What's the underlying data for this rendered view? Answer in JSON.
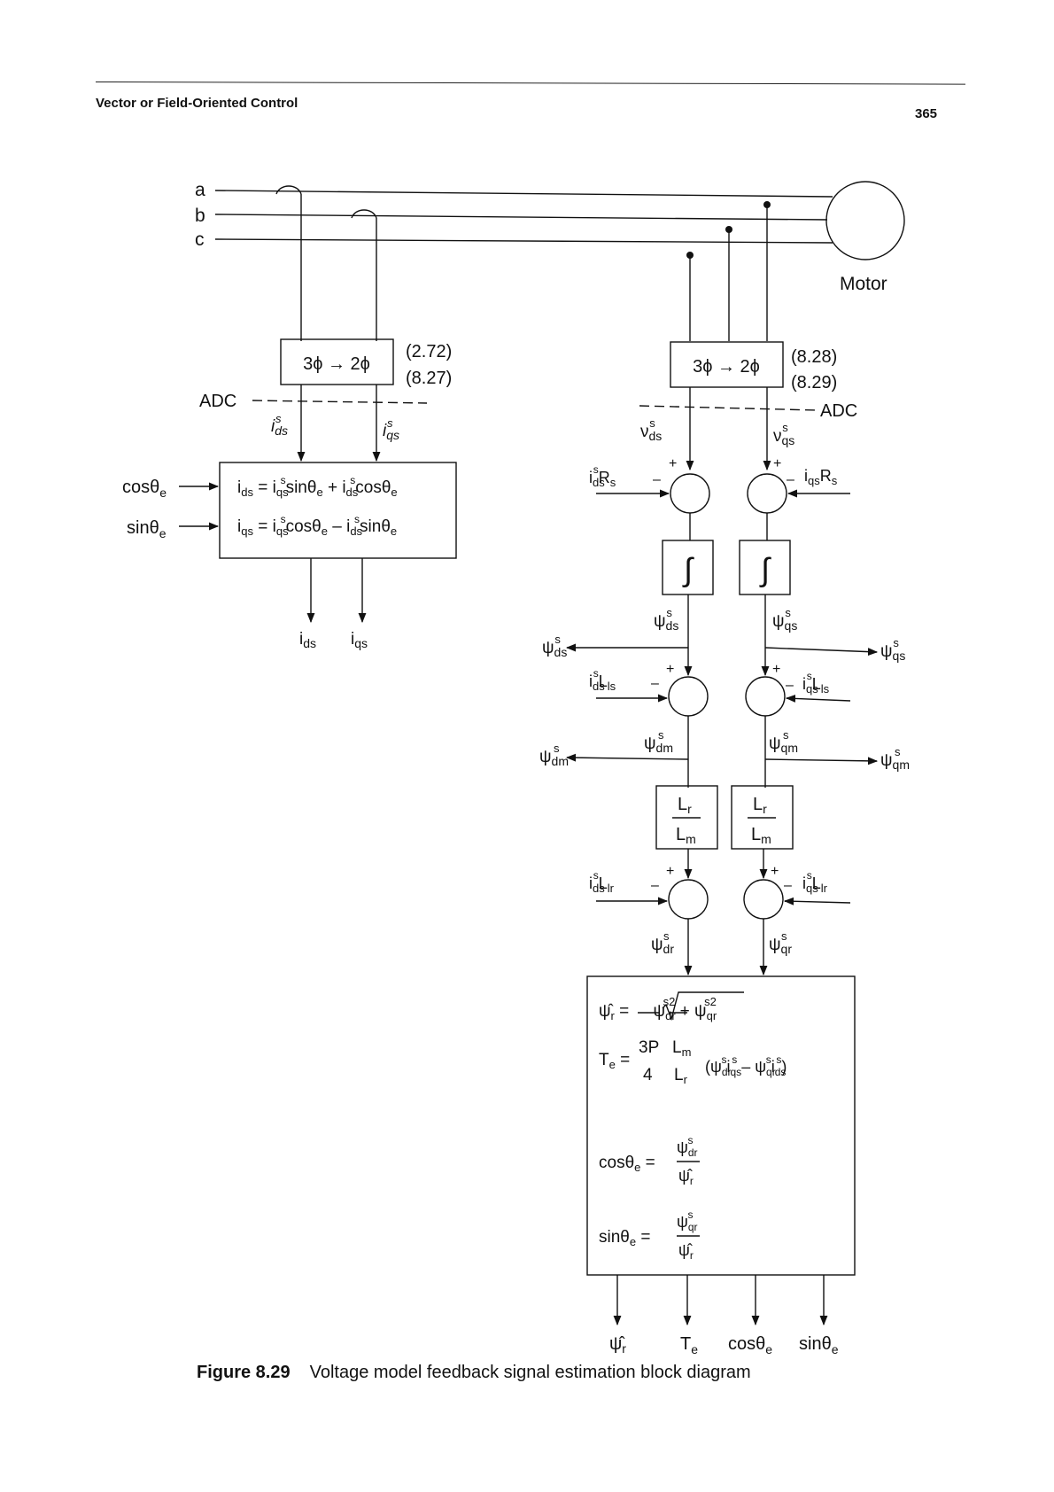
{
  "header": {
    "running_title": "Vector or Field-Oriented Control",
    "page_number": "365"
  },
  "diagram": {
    "phase_lines": [
      "a",
      "b",
      "c"
    ],
    "motor_label": "Motor",
    "left": {
      "converter": "3ϕ → 2ϕ",
      "eq_refs": [
        "(2.72)",
        "(8.27)"
      ],
      "adc": "ADC",
      "inputs": {
        "cos": "cosθ",
        "sin": "sinθ",
        "sub": "e"
      },
      "outputs": [
        "ds",
        "qs"
      ]
    },
    "right": {
      "converter": "3ϕ → 2ϕ",
      "eq_refs": [
        "(8.28)",
        "(8.29)"
      ],
      "adc": "ADC",
      "integrator": "∫",
      "lr": "L",
      "lr_sub": "r",
      "lm": "L",
      "lm_sub": "m",
      "plus": "+",
      "minus": "–"
    },
    "estimator_outputs": {
      "te": "T",
      "cos": "cosθ",
      "sin": "sinθ",
      "sub": "e"
    }
  },
  "caption": {
    "number": "Figure 8.29",
    "text": "Voltage model feedback signal estimation block diagram"
  }
}
